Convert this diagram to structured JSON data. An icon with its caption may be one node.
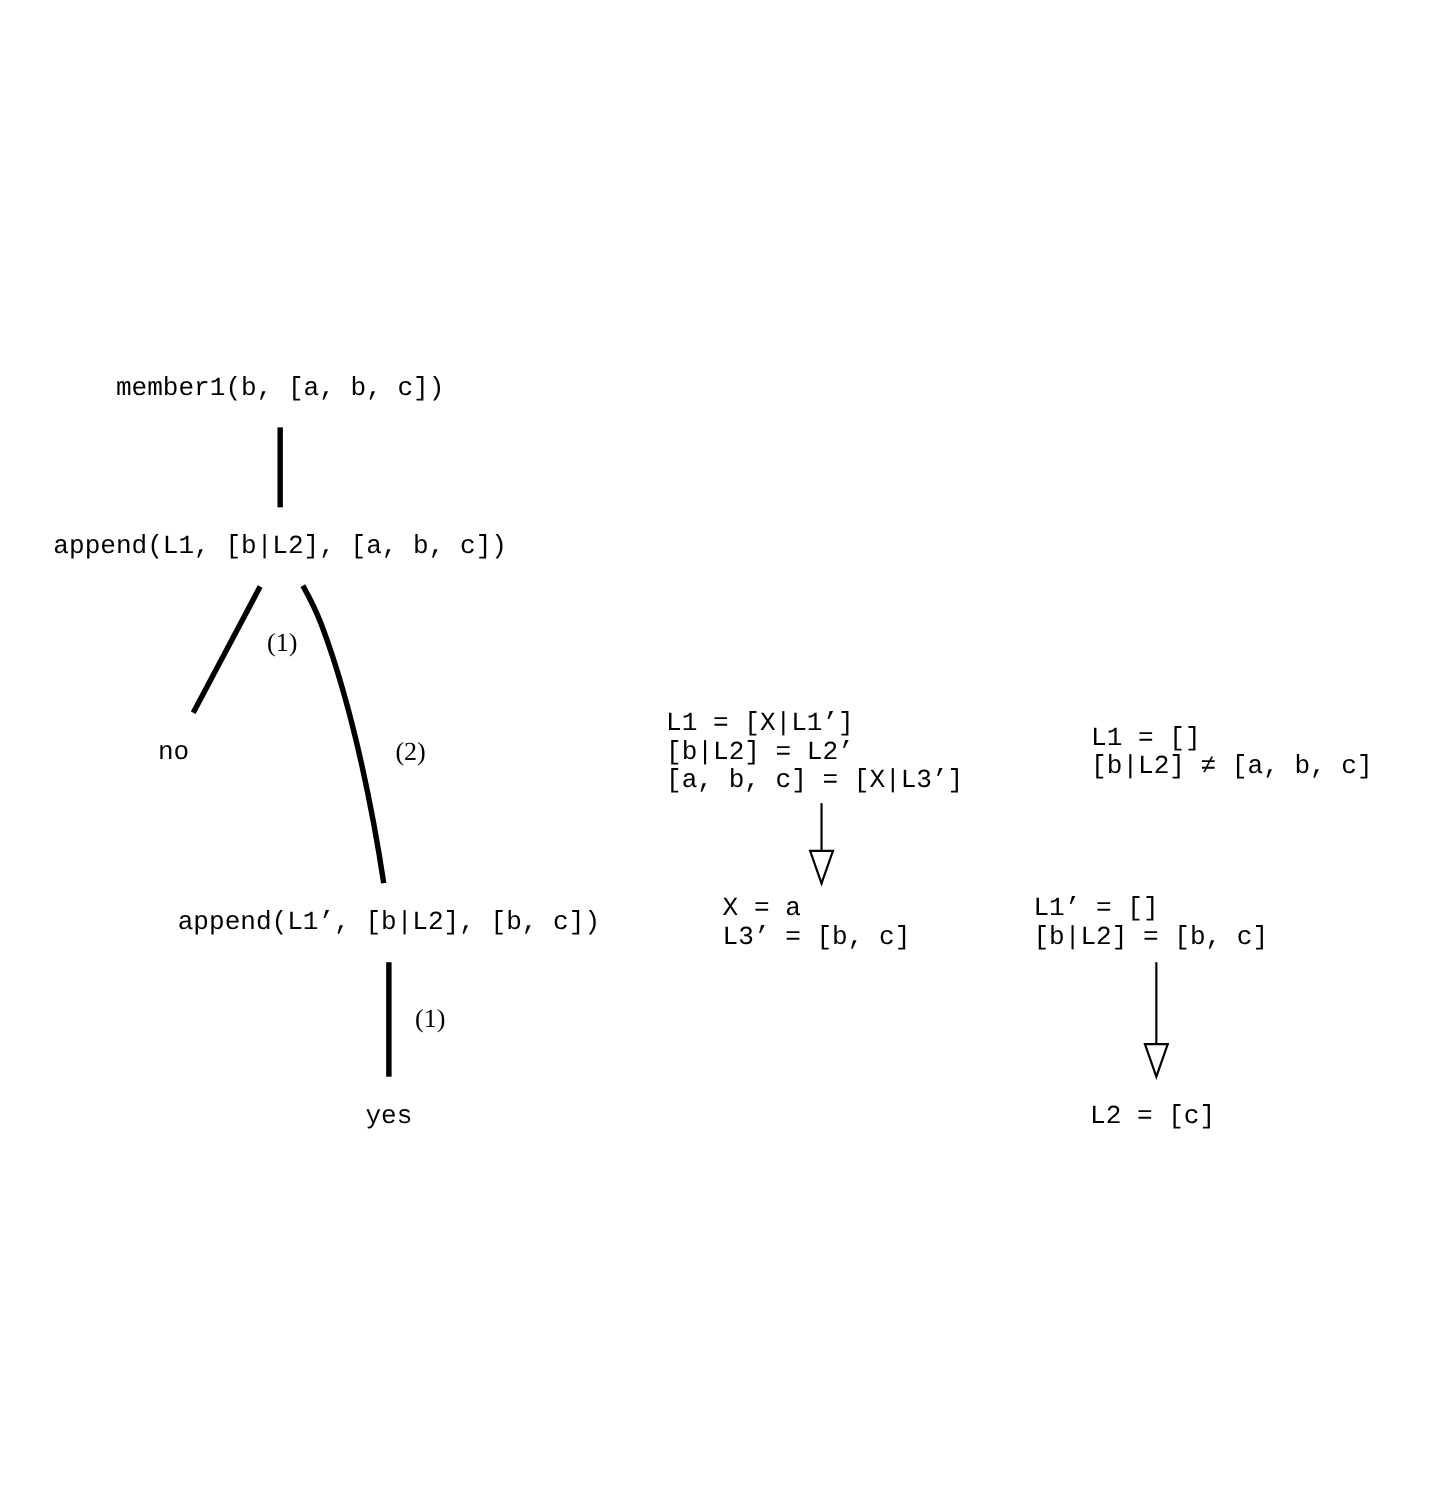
{
  "diagram": {
    "nodes": [
      {
        "text": [
          "member1(b, [a, b, c])"
        ]
      },
      {
        "text": [
          "append(L1, [b|L2], [a, b, c])"
        ]
      },
      {
        "text": [
          "no"
        ]
      },
      {
        "text": [
          "append(L1’, [b|L2], [b, c])"
        ]
      },
      {
        "text": [
          "yes"
        ]
      },
      {
        "text": [
          "L1 = [X|L1’]",
          "[b|L2] = L2’",
          "[a, b, c] = [X|L3’]"
        ]
      },
      {
        "text": [
          "X = a",
          "L3’ = [b, c]"
        ]
      },
      {
        "text": [
          "L1’ = []",
          "[b|L2] = [b, c]"
        ]
      },
      {
        "text": [
          "L2 = [c]"
        ]
      }
    ],
    "edges": [
      {
        "from": 0,
        "to": 1,
        "arrow": "none"
      },
      {
        "from": 1,
        "to": 2,
        "arrow": "none",
        "label": "(1)"
      },
      {
        "from": 1,
        "to": 3,
        "arrow": "none",
        "label": "(2)"
      },
      {
        "from": 3,
        "to": 4,
        "arrow": "none",
        "label": "(1)"
      },
      {
        "from": 5,
        "to": 6,
        "arrow": "to"
      },
      {
        "from": 7,
        "to": 8,
        "arrow": "to"
      }
    ],
    "labels": [
      "L1 = []",
      "[b|L2] ≠ [a, b, c]"
    ]
  }
}
